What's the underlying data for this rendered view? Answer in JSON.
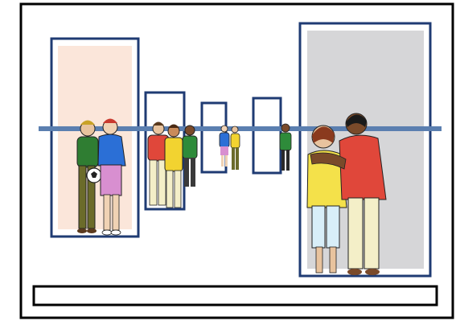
{
  "colors": {
    "frame": "#000000",
    "doorway_border": "#1f3b73",
    "horizon_line": "#5b7fb0",
    "left_panel_fill": "#fbe6da",
    "right_panel_fill": "#d6d6d8",
    "caption_box_fill": "#ffffff"
  },
  "figures": [
    {
      "name": "left-pair-person-1",
      "shirt": "#2f7d32",
      "pants": "#6b6b2a",
      "skin": "#e8c39e",
      "hair": "#c9a227"
    },
    {
      "name": "left-pair-person-2",
      "shirt": "#2b6fd6",
      "pants": "#d88fd0",
      "skin": "#f0d2b4",
      "hair": "#c93a2e"
    },
    {
      "name": "mid-pair-person-1",
      "shirt": "#e0473a",
      "pants": "#f4efc8",
      "skin": "#e8c39e",
      "hair": "#5a3a1e"
    },
    {
      "name": "mid-pair-person-2",
      "shirt": "#f2d330",
      "pants": "#f4efc8",
      "skin": "#c98b5a",
      "hair": "#4a2a14"
    },
    {
      "name": "lone-person-green",
      "shirt": "#2e8b3a",
      "pants": "#3a3a3a",
      "skin": "#7a4a2a",
      "hair": "#1a1a1a"
    },
    {
      "name": "far-pair-person-1",
      "shirt": "#2b6fd6",
      "pants": "#d88fd0",
      "skin": "#f0d2b4",
      "hair": "#c93a2e"
    },
    {
      "name": "far-pair-person-2",
      "shirt": "#f2d330",
      "pants": "#6b6b2a",
      "skin": "#e8c39e",
      "hair": "#c9a227"
    },
    {
      "name": "far-right-person",
      "shirt": "#2e8b3a",
      "pants": "#2a2a2a",
      "skin": "#7a4a2a",
      "hair": "#1a1a1a"
    },
    {
      "name": "right-pair-person-1",
      "shirt": "#f4e14a",
      "pants": "#d8eef8",
      "skin": "#e8c39e",
      "hair": "#8a3a1e"
    },
    {
      "name": "right-pair-person-2",
      "shirt": "#e0473a",
      "pants": "#f4efc8",
      "skin": "#7a4a2a",
      "hair": "#1a1a1a"
    }
  ],
  "icons": [
    "soccer-ball-icon"
  ]
}
